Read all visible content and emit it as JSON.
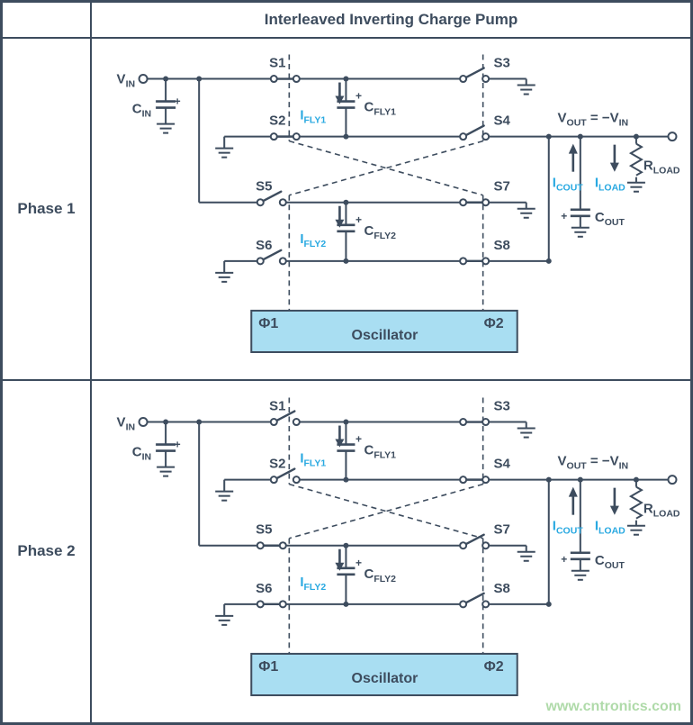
{
  "title": "Interleaved Inverting Charge Pump",
  "watermark": "www.cntronics.com",
  "colors": {
    "line": "#3d4c5e",
    "blue": "#29a9e1",
    "osc": "#a9def2",
    "wm": "#a7d7a0"
  },
  "phases": [
    {
      "label": "Phase 1",
      "closed": [
        "S1",
        "S2",
        "S7",
        "S8"
      ]
    },
    {
      "label": "Phase 2",
      "closed": [
        "S3",
        "S4",
        "S5",
        "S6"
      ]
    }
  ],
  "circuit": {
    "plus": "+",
    "vin": {
      "m": "V",
      "s": "IN"
    },
    "cin": {
      "m": "C",
      "s": "IN"
    },
    "sw": {
      "s1": "S1",
      "s2": "S2",
      "s3": "S3",
      "s4": "S4",
      "s5": "S5",
      "s6": "S6",
      "s7": "S7",
      "s8": "S8"
    },
    "ifly1": {
      "m": "I",
      "s": "FLY1"
    },
    "cfly1": {
      "m": "C",
      "s": "FLY1"
    },
    "ifly2": {
      "m": "I",
      "s": "FLY2"
    },
    "cfly2": {
      "m": "C",
      "s": "FLY2"
    },
    "vout": {
      "m1": "V",
      "s1": "OUT",
      "m2": " = −V",
      "s2": "IN"
    },
    "icout": {
      "m": "I",
      "s": "COUT"
    },
    "iload": {
      "m": "I",
      "s": "LOAD"
    },
    "cout": {
      "m": "C",
      "s": "OUT"
    },
    "rload": {
      "m": "R",
      "s": "LOAD"
    },
    "phi1": "Φ1",
    "phi2": "Φ2",
    "oscillator": "Oscillator"
  }
}
